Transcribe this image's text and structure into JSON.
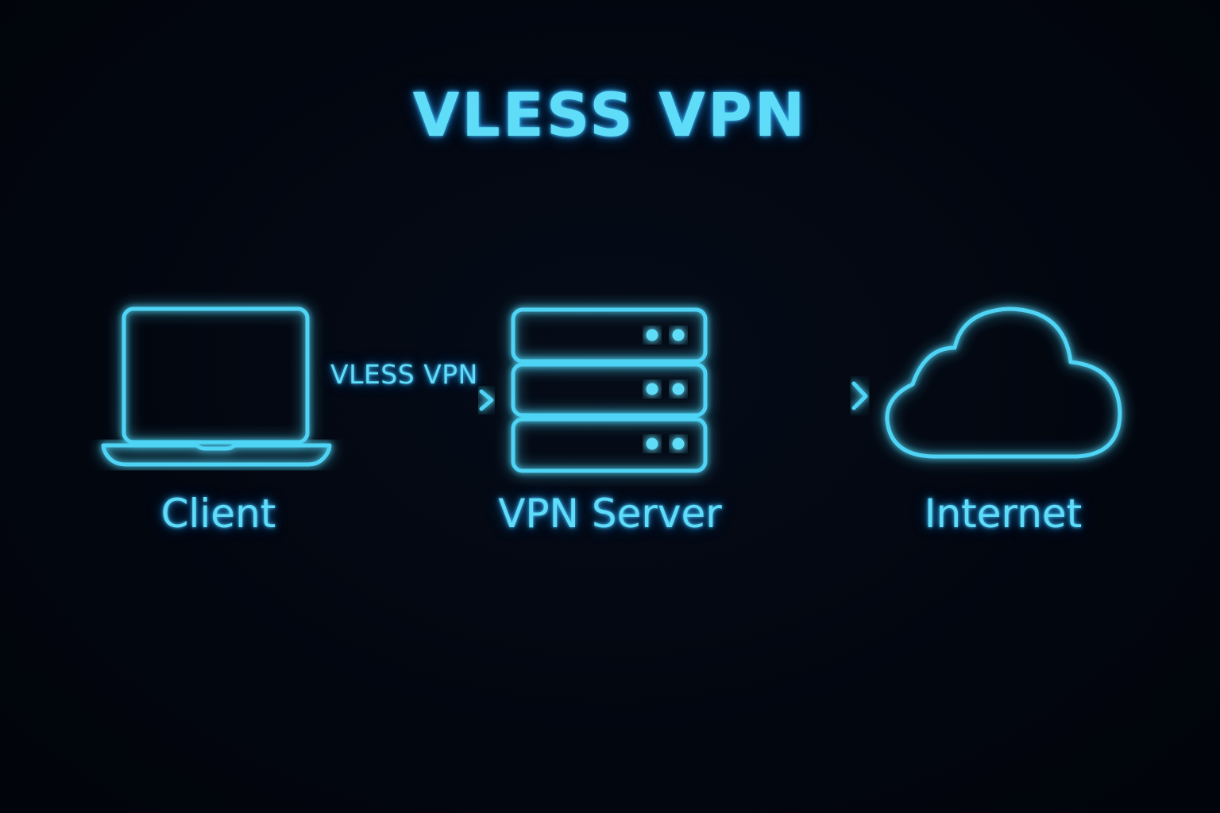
{
  "title": "VLESS VPN",
  "colors": {
    "background": "#02060f",
    "neon": "#4fd4f5",
    "neon_text": "#5fdcf7"
  },
  "nodes": [
    {
      "id": "client",
      "label": "Client",
      "icon": "laptop-icon"
    },
    {
      "id": "vpn-server",
      "label": "VPN Server",
      "icon": "server-icon"
    },
    {
      "id": "internet",
      "label": "Internet",
      "icon": "cloud-icon"
    }
  ],
  "edges": [
    {
      "from": "client",
      "to": "vpn-server",
      "label": "VLESS VPN"
    },
    {
      "from": "vpn-server",
      "to": "internet",
      "label": ""
    }
  ]
}
